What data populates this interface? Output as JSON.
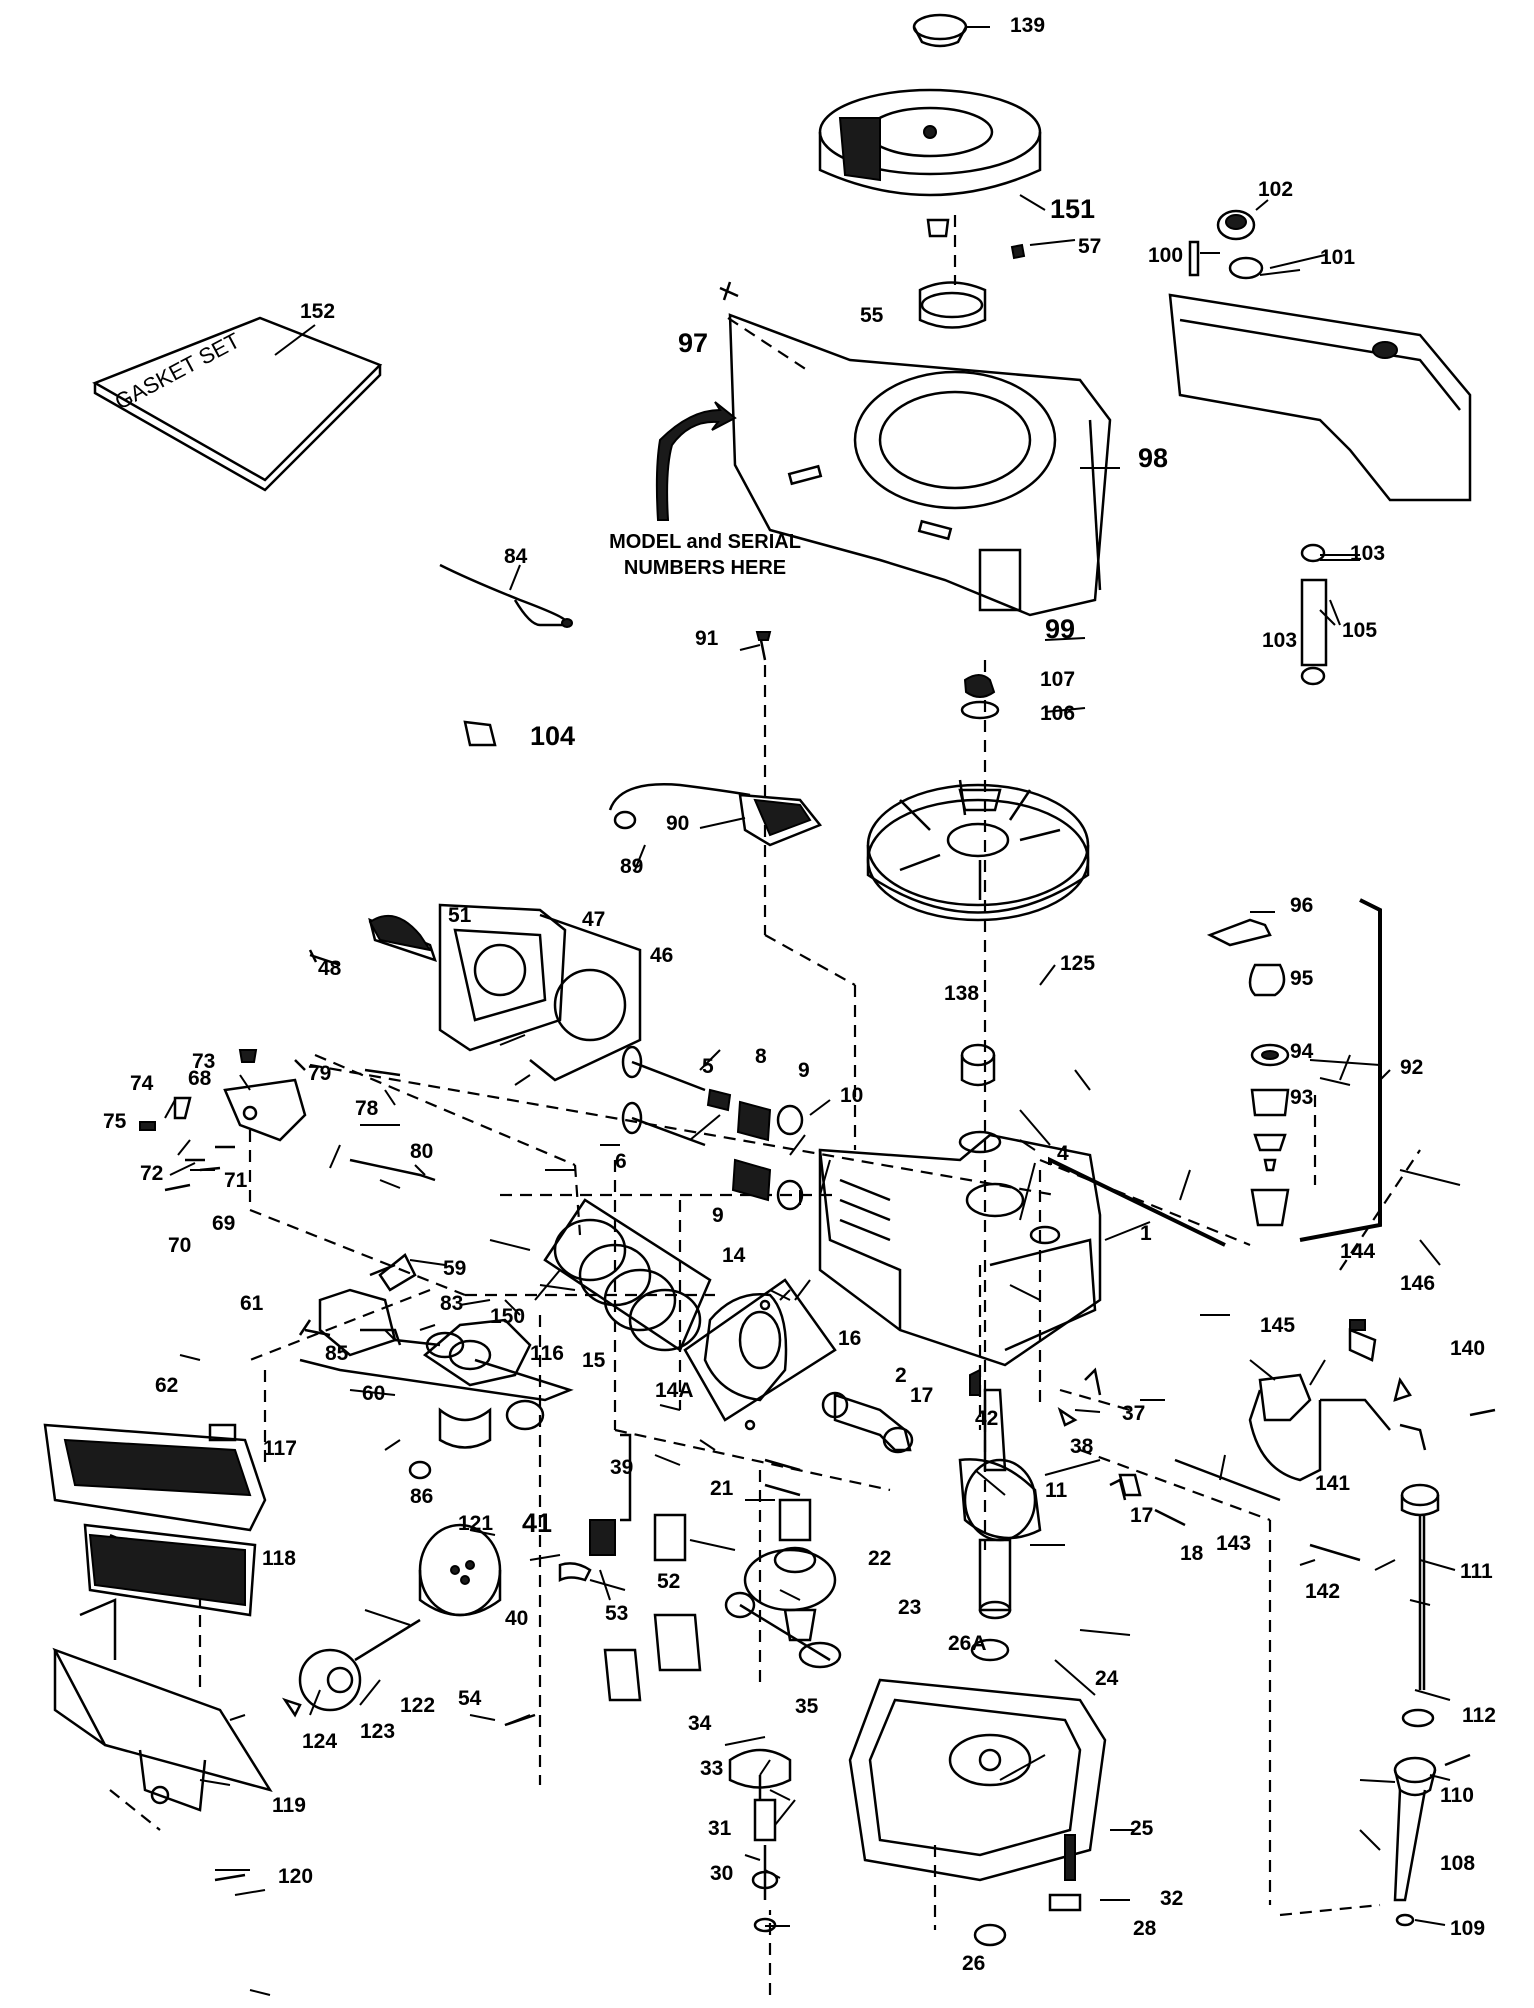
{
  "note": {
    "line1": "MODEL and SERIAL",
    "line2": "NUMBERS HERE"
  },
  "gasket_box_text": "GASKET SET",
  "callouts": [
    {
      "id": "139",
      "label": "139"
    },
    {
      "id": "151",
      "label": "151"
    },
    {
      "id": "57",
      "label": "57"
    },
    {
      "id": "102",
      "label": "102"
    },
    {
      "id": "100",
      "label": "100"
    },
    {
      "id": "101",
      "label": "101"
    },
    {
      "id": "152",
      "label": "152"
    },
    {
      "id": "55",
      "label": "55"
    },
    {
      "id": "97",
      "label": "97"
    },
    {
      "id": "98",
      "label": "98"
    },
    {
      "id": "103a",
      "label": "103"
    },
    {
      "id": "105",
      "label": "105"
    },
    {
      "id": "103b",
      "label": "103"
    },
    {
      "id": "84",
      "label": "84"
    },
    {
      "id": "91",
      "label": "91"
    },
    {
      "id": "99",
      "label": "99"
    },
    {
      "id": "107",
      "label": "107"
    },
    {
      "id": "106",
      "label": "106"
    },
    {
      "id": "104",
      "label": "104"
    },
    {
      "id": "90",
      "label": "90"
    },
    {
      "id": "89",
      "label": "89"
    },
    {
      "id": "125",
      "label": "125"
    },
    {
      "id": "96",
      "label": "96"
    },
    {
      "id": "95",
      "label": "95"
    },
    {
      "id": "51",
      "label": "51"
    },
    {
      "id": "47",
      "label": "47"
    },
    {
      "id": "46",
      "label": "46"
    },
    {
      "id": "48",
      "label": "48"
    },
    {
      "id": "138",
      "label": "138"
    },
    {
      "id": "94",
      "label": "94"
    },
    {
      "id": "92",
      "label": "92"
    },
    {
      "id": "93",
      "label": "93"
    },
    {
      "id": "73",
      "label": "73"
    },
    {
      "id": "79",
      "label": "79"
    },
    {
      "id": "74",
      "label": "74"
    },
    {
      "id": "68",
      "label": "68"
    },
    {
      "id": "78",
      "label": "78"
    },
    {
      "id": "5",
      "label": "5"
    },
    {
      "id": "8",
      "label": "8"
    },
    {
      "id": "9a",
      "label": "9"
    },
    {
      "id": "10",
      "label": "10"
    },
    {
      "id": "75",
      "label": "75"
    },
    {
      "id": "72",
      "label": "72"
    },
    {
      "id": "71",
      "label": "71"
    },
    {
      "id": "80",
      "label": "80"
    },
    {
      "id": "6",
      "label": "6"
    },
    {
      "id": "4",
      "label": "4"
    },
    {
      "id": "70",
      "label": "70"
    },
    {
      "id": "69",
      "label": "69"
    },
    {
      "id": "9b",
      "label": "9"
    },
    {
      "id": "1",
      "label": "1"
    },
    {
      "id": "59",
      "label": "59"
    },
    {
      "id": "14",
      "label": "14"
    },
    {
      "id": "144",
      "label": "144"
    },
    {
      "id": "146",
      "label": "146"
    },
    {
      "id": "61",
      "label": "61"
    },
    {
      "id": "83",
      "label": "83"
    },
    {
      "id": "150",
      "label": "150"
    },
    {
      "id": "145",
      "label": "145"
    },
    {
      "id": "16",
      "label": "16"
    },
    {
      "id": "15",
      "label": "15"
    },
    {
      "id": "140",
      "label": "140"
    },
    {
      "id": "85",
      "label": "85"
    },
    {
      "id": "60",
      "label": "60"
    },
    {
      "id": "116",
      "label": "116"
    },
    {
      "id": "14A",
      "label": "14A"
    },
    {
      "id": "2",
      "label": "2"
    },
    {
      "id": "62",
      "label": "62"
    },
    {
      "id": "17a",
      "label": "17"
    },
    {
      "id": "37",
      "label": "37"
    },
    {
      "id": "42",
      "label": "42"
    },
    {
      "id": "38",
      "label": "38"
    },
    {
      "id": "117",
      "label": "117"
    },
    {
      "id": "86",
      "label": "86"
    },
    {
      "id": "39",
      "label": "39"
    },
    {
      "id": "141",
      "label": "141"
    },
    {
      "id": "21",
      "label": "21"
    },
    {
      "id": "11",
      "label": "11"
    },
    {
      "id": "121",
      "label": "121"
    },
    {
      "id": "41",
      "label": "41"
    },
    {
      "id": "17b",
      "label": "17"
    },
    {
      "id": "111",
      "label": "111"
    },
    {
      "id": "143",
      "label": "143"
    },
    {
      "id": "118",
      "label": "118"
    },
    {
      "id": "22",
      "label": "22"
    },
    {
      "id": "18",
      "label": "18"
    },
    {
      "id": "52",
      "label": "52"
    },
    {
      "id": "142",
      "label": "142"
    },
    {
      "id": "40",
      "label": "40"
    },
    {
      "id": "53",
      "label": "53"
    },
    {
      "id": "23",
      "label": "23"
    },
    {
      "id": "26A",
      "label": "26A"
    },
    {
      "id": "24",
      "label": "24"
    },
    {
      "id": "54",
      "label": "54"
    },
    {
      "id": "122",
      "label": "122"
    },
    {
      "id": "123",
      "label": "123"
    },
    {
      "id": "124",
      "label": "124"
    },
    {
      "id": "34",
      "label": "34"
    },
    {
      "id": "35",
      "label": "35"
    },
    {
      "id": "112",
      "label": "112"
    },
    {
      "id": "33",
      "label": "33"
    },
    {
      "id": "119",
      "label": "119"
    },
    {
      "id": "110",
      "label": "110"
    },
    {
      "id": "31",
      "label": "31"
    },
    {
      "id": "25",
      "label": "25"
    },
    {
      "id": "108",
      "label": "108"
    },
    {
      "id": "30",
      "label": "30"
    },
    {
      "id": "120",
      "label": "120"
    },
    {
      "id": "32",
      "label": "32"
    },
    {
      "id": "26",
      "label": "26"
    },
    {
      "id": "28",
      "label": "28"
    },
    {
      "id": "109",
      "label": "109"
    }
  ]
}
